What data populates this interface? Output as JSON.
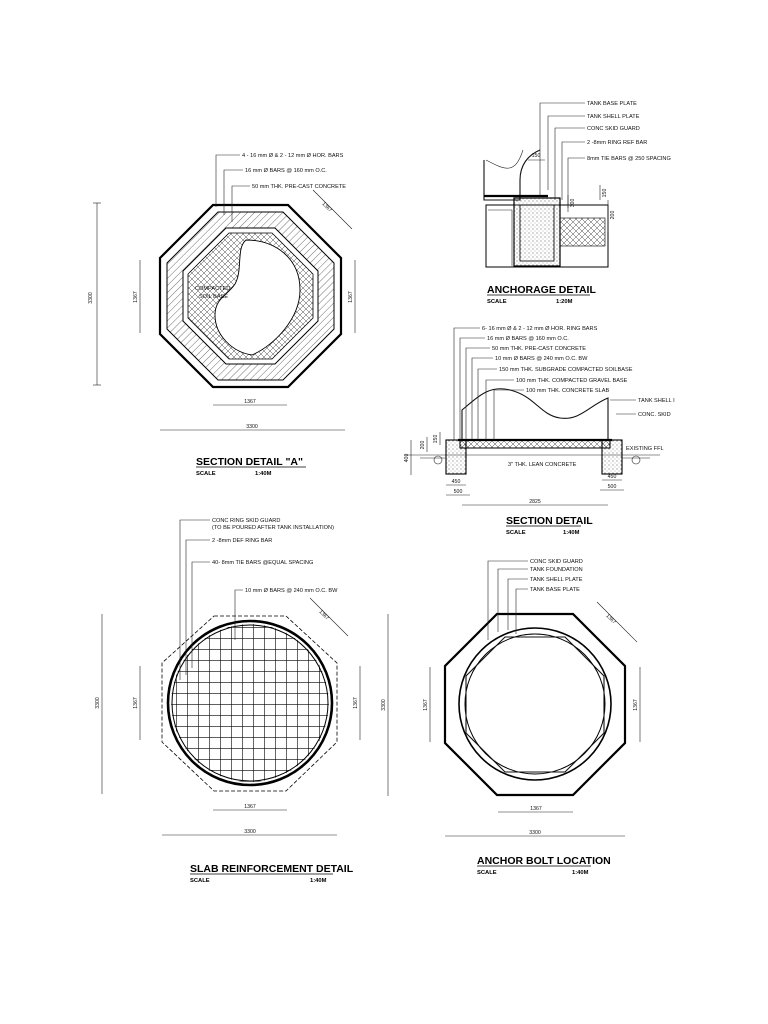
{
  "section_a": {
    "title": "SECTION DETAIL \"A\"",
    "scale_label": "SCALE",
    "scale_value": "1:40M",
    "labels": [
      "4 - 16 mm Ø & 2 - 12 mm Ø HOR. BARS",
      "16 mm Ø BARS @ 160 mm O.C.",
      "50 mm THK. PRE-CAST CONCRETE"
    ],
    "fill_label_1": "COMPACTED",
    "fill_label_2": "SOIL BASE",
    "dims": {
      "overall": "3300",
      "side": "1367",
      "diag": "1367"
    }
  },
  "anchorage": {
    "title": "ANCHORAGE DETAIL",
    "scale_label": "SCALE",
    "scale_value": "1:20M",
    "labels": [
      "TANK BASE PLATE",
      "TANK SHELL PLATE",
      "CONC SKID GUARD",
      "2 -8mm RING REF BAR",
      "8mm TIE BARS @ 250 SPACING"
    ],
    "dims": [
      "150",
      "150",
      "300",
      "200"
    ]
  },
  "section": {
    "title": "SECTION DETAIL",
    "scale_label": "SCALE",
    "scale_value": "1:40M",
    "labels": [
      "6- 16 mm Ø & 2 - 12 mm Ø HOR. RING BARS",
      "16 mm Ø BARS @ 160 mm O.C.",
      "50 mm THK. PRE-CAST CONCRETE",
      "10 mm Ø BARS @ 240 mm O.C. BW",
      "150 mm THK. SUBGRADE COMPACTED SOILBASE",
      "100 mm THK. COMPACTED GRAVEL BASE",
      "100 mm THK. CONCRETE SLAB",
      "TANK SHELL I",
      "CONC. SKID"
    ],
    "small_notes": [
      "EXISTING FFL",
      "3\" THK. LEAN CONCRETE"
    ],
    "dims": {
      "left_a": "450",
      "left_b": "500",
      "right_a": "450",
      "right_b": "500",
      "span": "2825",
      "h1": "200",
      "h2": "150",
      "h3": "400"
    }
  },
  "slab": {
    "title": "SLAB REINFORCEMENT DETAIL",
    "scale_label": "SCALE",
    "scale_value": "1:40M",
    "labels": [
      "CONC RING SKID GUARD",
      "(TO BE POURED AFTER TANK INSTALLATION)",
      "2 -8mm DEF RING BAR",
      "40- 8mm TIE BARS @EQUAL SPACING",
      "10 mm Ø BARS @ 240 mm O.C. BW"
    ],
    "dims": {
      "overall": "3300",
      "side": "1367",
      "diag": "1367"
    }
  },
  "anchor_bolt": {
    "title": "ANCHOR BOLT LOCATION",
    "scale_label": "SCALE",
    "scale_value": "1:40M",
    "labels": [
      "CONC SKID GUARD",
      "TANK FOUNDATION",
      "TANK SHELL PLATE",
      "TANK BASE PLATE"
    ],
    "dims": {
      "overall": "3300",
      "side": "1367",
      "diag": "1367"
    }
  }
}
